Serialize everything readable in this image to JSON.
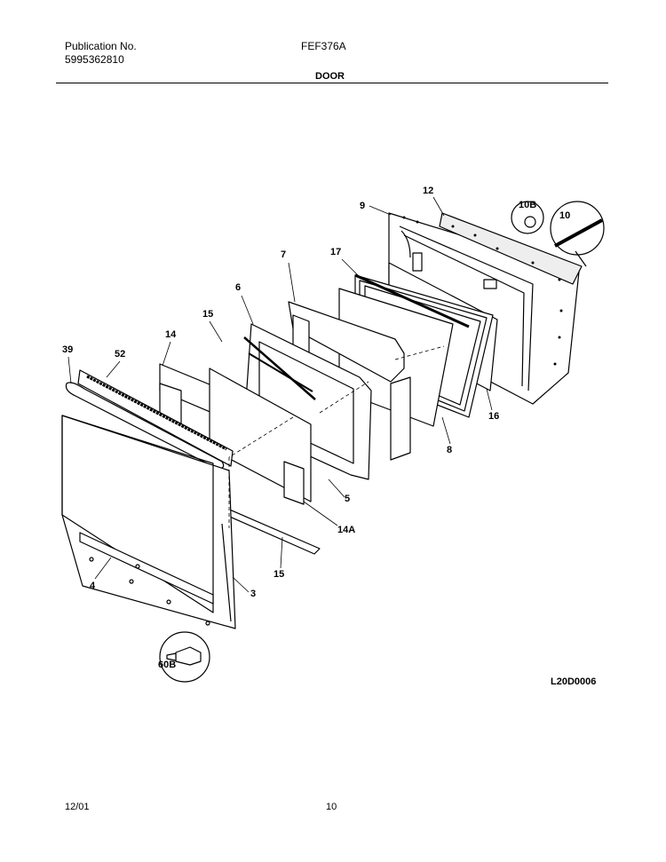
{
  "header": {
    "publication_label": "Publication No.",
    "publication_number": "5995362810",
    "model": "FEF376A",
    "section": "DOOR"
  },
  "diagram": {
    "code": "L20D0006",
    "callouts": {
      "c9": "9",
      "c12": "12",
      "c10B": "10B",
      "c10": "10",
      "c7": "7",
      "c17": "17",
      "c6": "6",
      "c15a": "15",
      "c14": "14",
      "c39": "39",
      "c52": "52",
      "c16": "16",
      "c8": "8",
      "c5": "5",
      "c14A": "14A",
      "c15b": "15",
      "c4": "4",
      "c3": "3",
      "c60B": "60B"
    }
  },
  "footer": {
    "date": "12/01",
    "page": "10"
  }
}
